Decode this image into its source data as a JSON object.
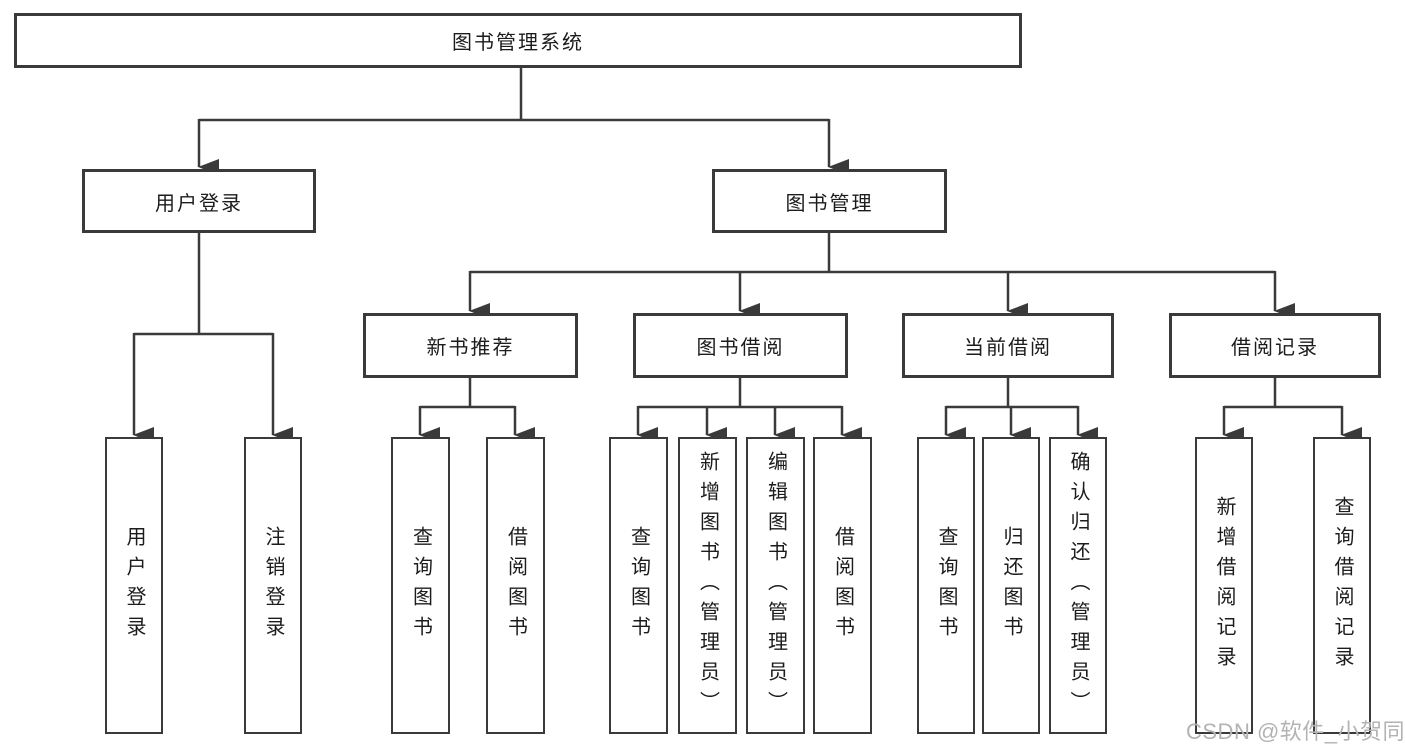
{
  "diagram": {
    "type": "hierarchy-tree",
    "tree": {
      "label": "图书管理系统",
      "children": [
        {
          "label": "用户登录",
          "children": [
            {
              "label": "用户登录"
            },
            {
              "label": "注销登录"
            }
          ]
        },
        {
          "label": "图书管理",
          "children": [
            {
              "label": "新书推荐",
              "children": [
                {
                  "label": "查询图书"
                },
                {
                  "label": "借阅图书"
                }
              ]
            },
            {
              "label": "图书借阅",
              "children": [
                {
                  "label": "查询图书"
                },
                {
                  "label": "新增图书（管理员）"
                },
                {
                  "label": "编辑图书（管理员）"
                },
                {
                  "label": "借阅图书"
                }
              ]
            },
            {
              "label": "当前借阅",
              "children": [
                {
                  "label": "查询图书"
                },
                {
                  "label": "归还图书"
                },
                {
                  "label": "确认归还（管理员）"
                }
              ]
            },
            {
              "label": "借阅记录",
              "children": [
                {
                  "label": "新增借阅记录"
                },
                {
                  "label": "查询借阅记录"
                }
              ]
            }
          ]
        }
      ]
    }
  },
  "watermark": {
    "text": "CSDN @软件_小贺同学"
  },
  "colors": {
    "line": "#3a3a3a",
    "box_border": "#3a3a3a",
    "box_fill": "#ffffff",
    "text": "#1c1c1c",
    "watermark": "#b3b3b6",
    "background": "#ffffff"
  }
}
